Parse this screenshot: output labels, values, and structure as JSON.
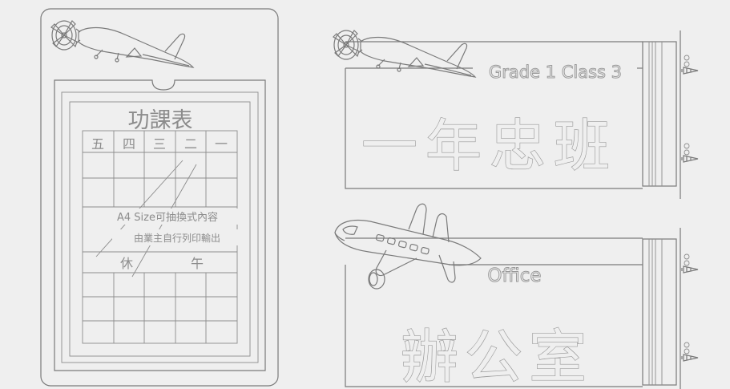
{
  "schedule_card": {
    "title": "功課表",
    "weekdays": [
      "五",
      "四",
      "三",
      "二",
      "一"
    ],
    "a4_line": "A4 Size可抽換式內容",
    "print_line": "由業主自行列印輸出",
    "break_left": "休",
    "break_right": "午"
  },
  "class_sign": {
    "english": "Grade 1 Class 3",
    "chinese": "一年忠班"
  },
  "office_sign": {
    "english": "Office",
    "chinese": "辦公室"
  },
  "colors": {
    "background": "#efefef",
    "line": "#7a7a7a",
    "text_outline": "#9a9a9a"
  }
}
